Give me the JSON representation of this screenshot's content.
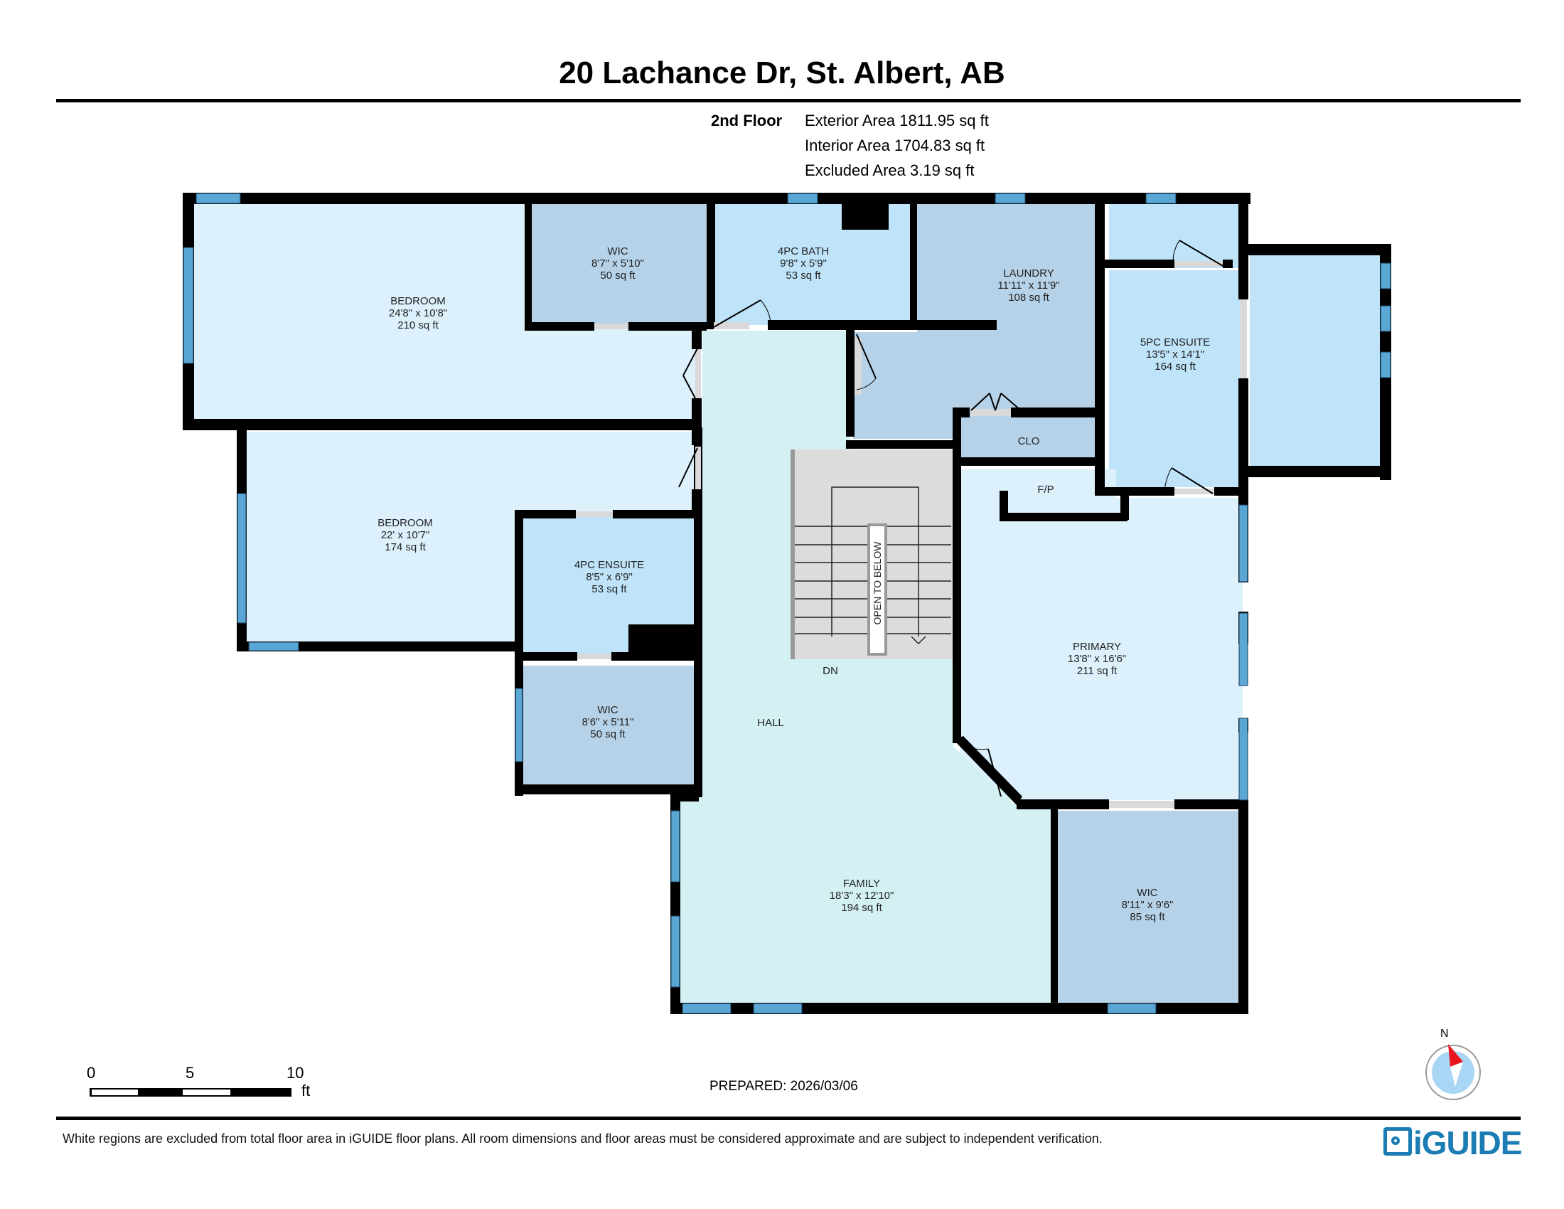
{
  "header": {
    "title": "20 Lachance Dr, St. Albert, AB",
    "floor": "2nd Floor",
    "areas": [
      "Exterior Area 1811.95 sq ft",
      "Interior Area 1704.83 sq ft",
      "Excluded Area 3.19 sq ft"
    ]
  },
  "colors": {
    "wall": "#000000",
    "window": "#5aa7d6",
    "room_light": "#ddf1fc",
    "room_bath": "#bfe3f9",
    "room_closet": "#b6d2e8",
    "hall": "#d3f0f2",
    "stair": "#dcdcdc",
    "door_gap": "#d9d9d9",
    "logo": "#1b7db3",
    "compass_red": "#e8161b",
    "compass_blue": "#a9d6f5"
  },
  "rooms": [
    {
      "name": "BEDROOM",
      "dims": "24'8\" x 10'8\"",
      "area": "210 sq ft"
    },
    {
      "name": "WIC",
      "dims": "8'7\" x 5'10\"",
      "area": "50 sq ft"
    },
    {
      "name": "4PC BATH",
      "dims": "9'8\" x 5'9\"",
      "area": "53 sq ft"
    },
    {
      "name": "LAUNDRY",
      "dims": "11'11\" x 11'9\"",
      "area": "108 sq ft"
    },
    {
      "name": "5PC ENSUITE",
      "dims": "13'5\" x 14'1\"",
      "area": "164 sq ft"
    },
    {
      "name": "BEDROOM",
      "dims": "22' x 10'7\"",
      "area": "174 sq ft"
    },
    {
      "name": "4PC ENSUITE",
      "dims": "8'5\" x 6'9\"",
      "area": "53 sq ft"
    },
    {
      "name": "WIC",
      "dims": "8'6\" x 5'11\"",
      "area": "50 sq ft"
    },
    {
      "name": "PRIMARY",
      "dims": "13'8\" x 16'6\"",
      "area": "211 sq ft"
    },
    {
      "name": "FAMILY",
      "dims": "18'3\" x 12'10\"",
      "area": "194 sq ft"
    },
    {
      "name": "WIC",
      "dims": "8'11\" x 9'6\"",
      "area": "85 sq ft"
    }
  ],
  "labels": {
    "clo": "CLO",
    "fp": "F/P",
    "hall": "HALL",
    "dn": "DN",
    "open_to_below": "OPEN TO BELOW"
  },
  "scale_bar": {
    "ticks": [
      "0",
      "5",
      "10"
    ],
    "unit": "ft"
  },
  "footer": {
    "prepared": "PREPARED: 2026/03/06",
    "disclaimer": "White regions are excluded from total floor area in iGUIDE floor plans. All room dimensions and floor areas must be considered approximate and are subject to independent verification.",
    "logo": "iGUIDE",
    "compass_label": "N"
  }
}
